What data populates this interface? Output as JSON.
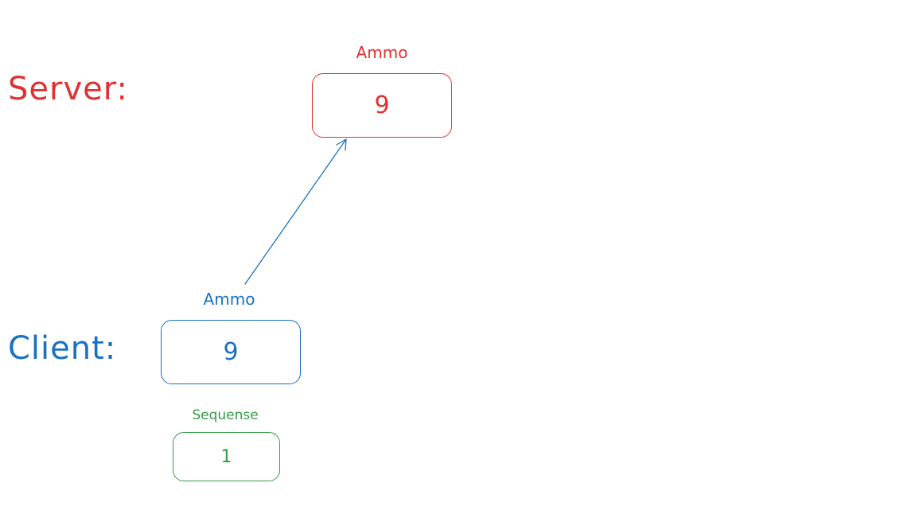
{
  "server": {
    "title": "Server:",
    "ammo_label": "Ammo",
    "ammo_value": "9"
  },
  "client": {
    "title": "Client:",
    "ammo_label": "Ammo",
    "ammo_value": "9",
    "sequence_label": "Sequense",
    "sequence_value": "1"
  },
  "colors": {
    "server": "#e03131",
    "client": "#1971c2",
    "sequence": "#2f9e44",
    "arrow": "#1971c2"
  }
}
